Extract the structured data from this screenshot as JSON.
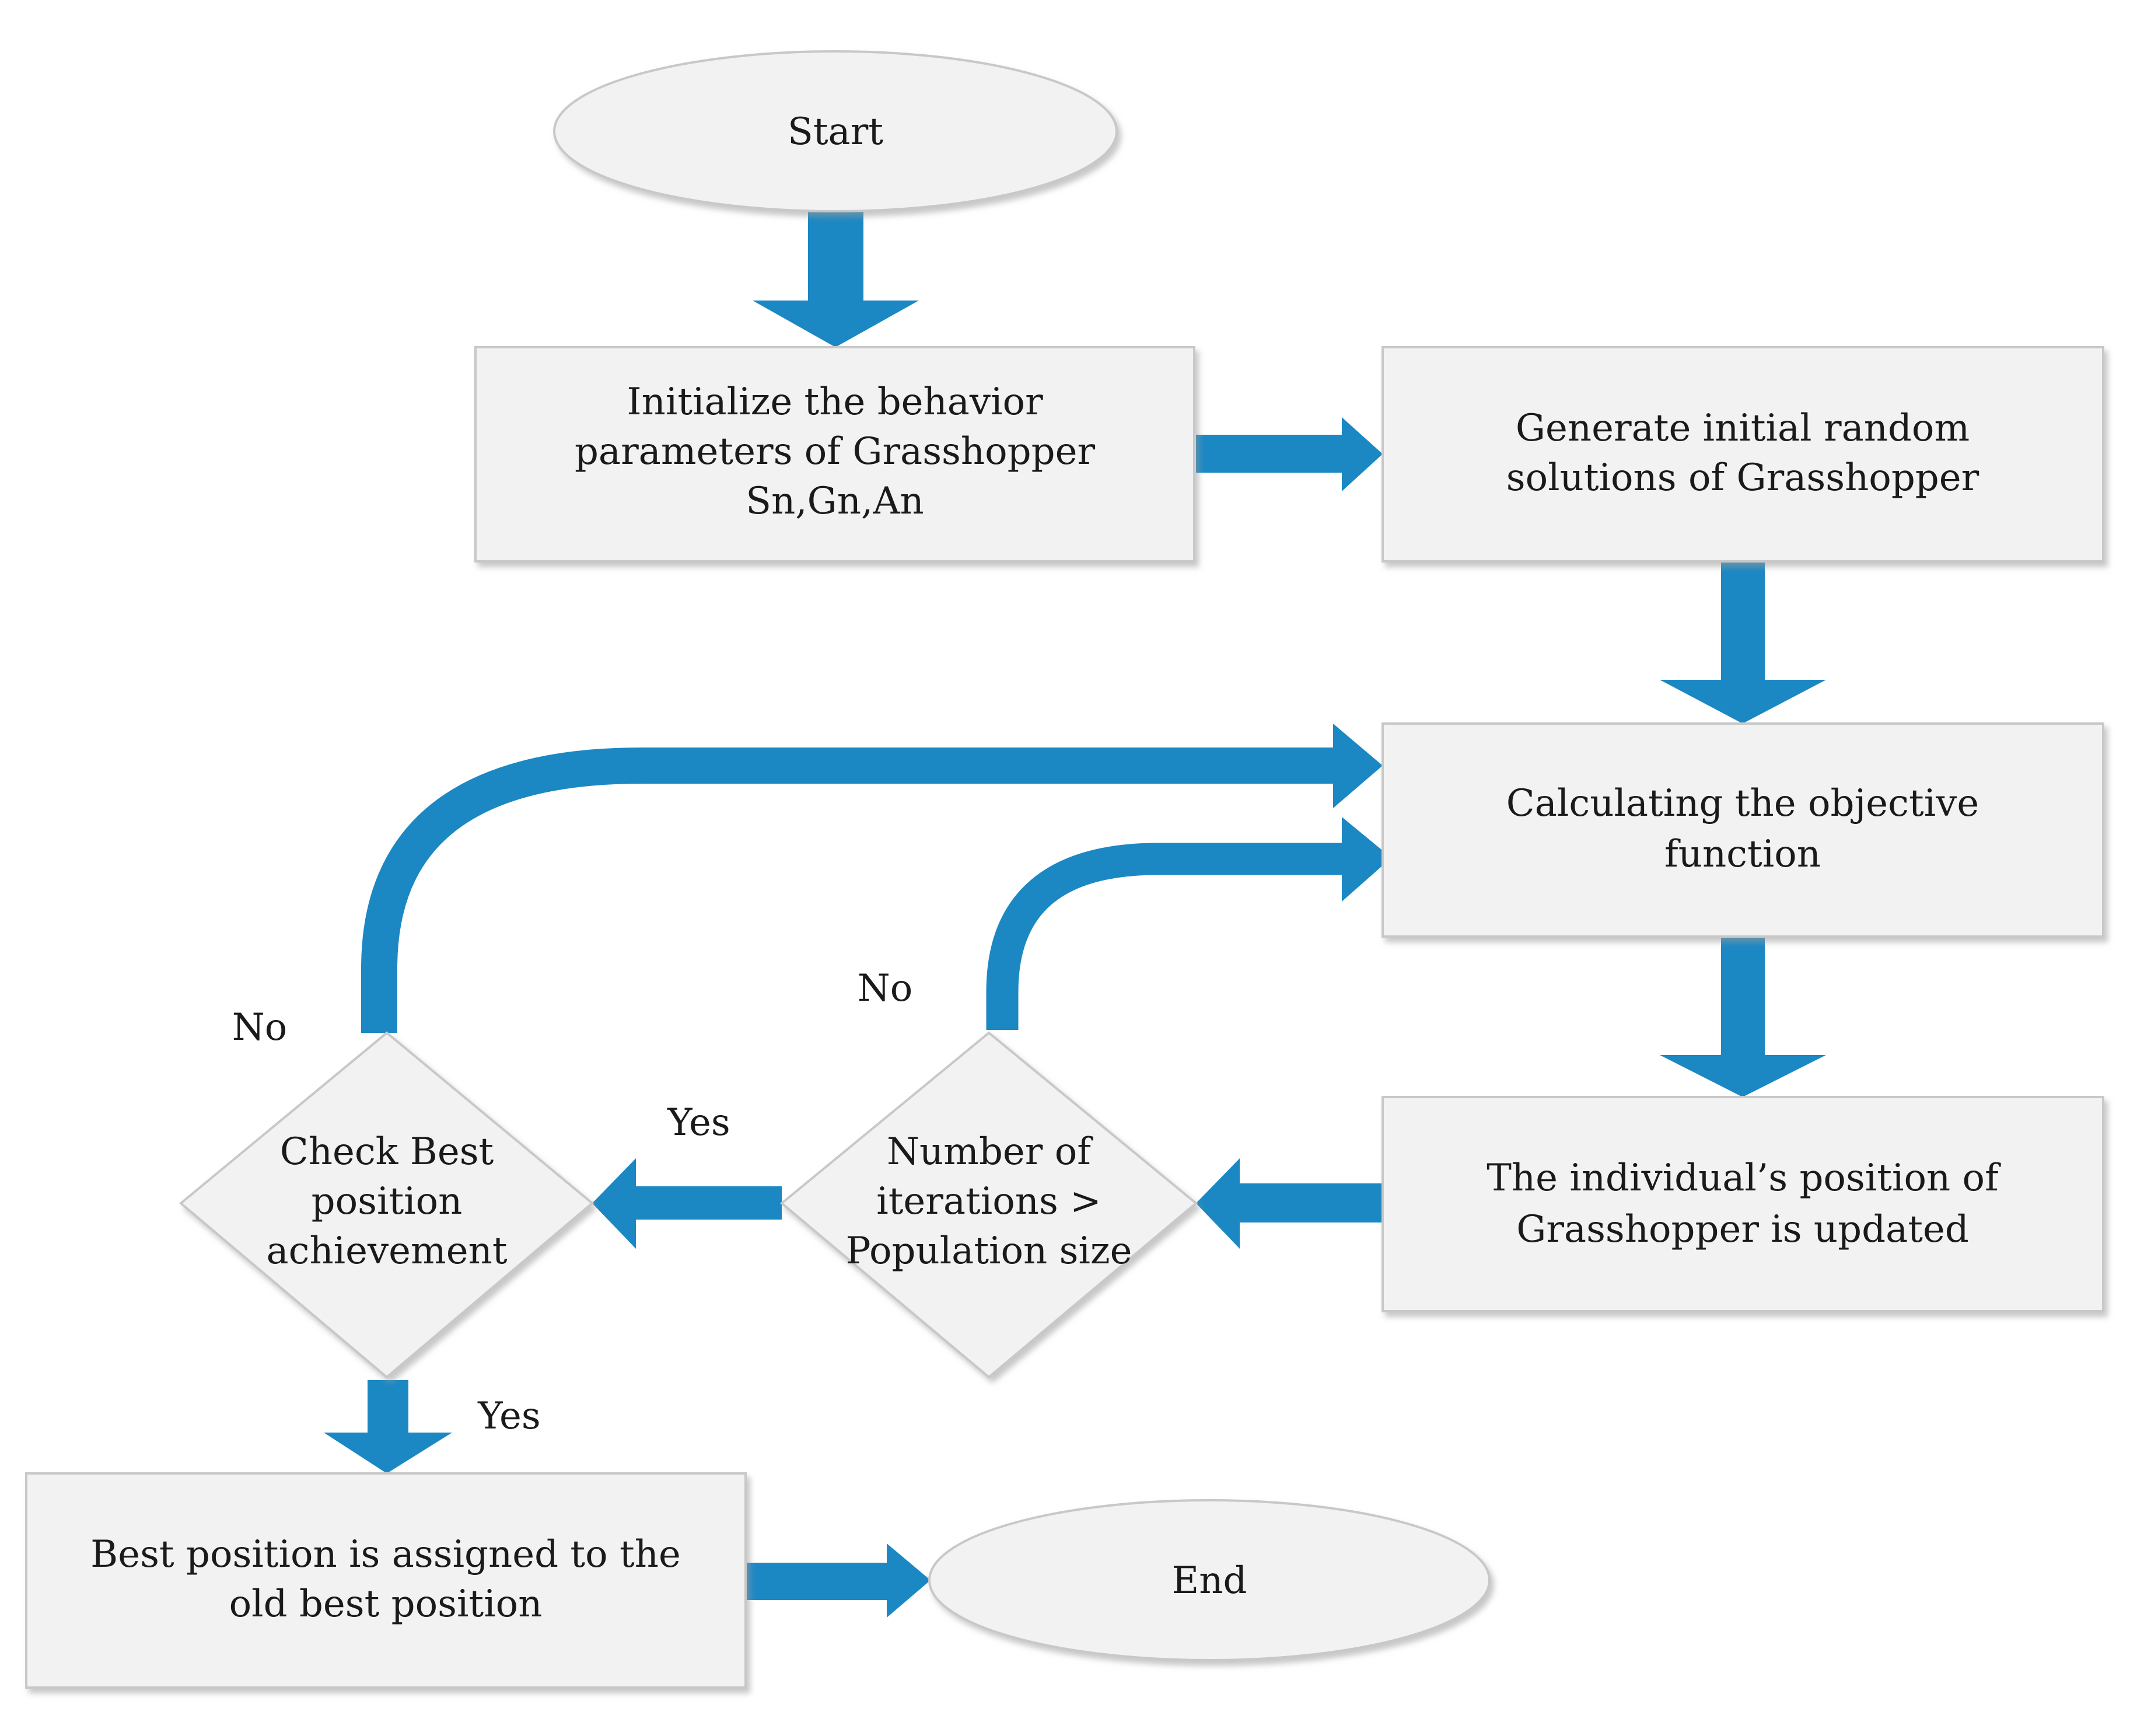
{
  "colors": {
    "arrow": "#1b88c3",
    "box_fill": "#f2f2f2",
    "box_stroke": "#c8c8c8",
    "text": "#1a1a1a"
  },
  "nodes": {
    "start": {
      "lines": [
        "Start"
      ]
    },
    "init": {
      "lines": [
        "Initialize the behavior",
        "parameters of Grasshopper",
        "Sn,Gn,An"
      ]
    },
    "generate": {
      "lines": [
        "Generate initial random",
        "solutions of Grasshopper"
      ]
    },
    "calculate": {
      "lines": [
        "Calculating the objective",
        "function"
      ]
    },
    "update": {
      "lines": [
        "The individual’s position of",
        "Grasshopper is updated"
      ]
    },
    "iterations": {
      "lines": [
        "Number of",
        "iterations >",
        "Population size"
      ]
    },
    "check": {
      "lines": [
        "Check Best",
        "position",
        "achievement"
      ]
    },
    "assign": {
      "lines": [
        "Best position is assigned to the",
        "old best position"
      ]
    },
    "end": {
      "lines": [
        "End"
      ]
    }
  },
  "labels": {
    "no_check": "No",
    "no_iterations": "No",
    "yes_iterations": "Yes",
    "yes_check": "Yes"
  }
}
